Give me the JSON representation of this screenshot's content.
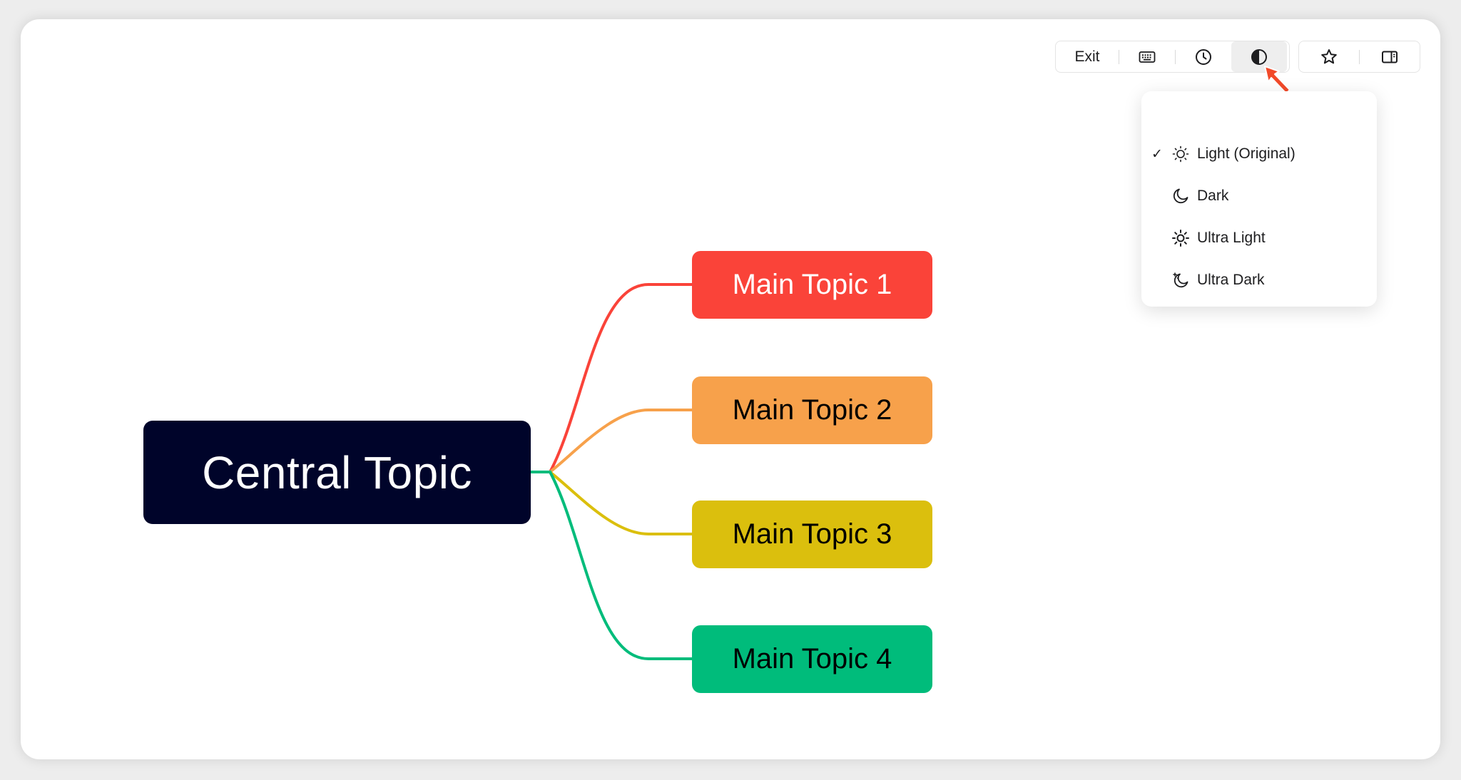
{
  "toolbar": {
    "exit_label": "Exit",
    "buttons": [
      {
        "name": "keyboard-icon"
      },
      {
        "name": "history-clock-icon"
      },
      {
        "name": "theme-contrast-icon",
        "active": true
      },
      {
        "name": "star-icon"
      },
      {
        "name": "sidebar-panel-icon"
      }
    ]
  },
  "theme_menu": {
    "items": [
      {
        "label": "Light (Original)",
        "icon": "sun-outline-icon",
        "checked": true
      },
      {
        "label": "Dark",
        "icon": "moon-icon",
        "checked": false
      },
      {
        "label": "Ultra Light",
        "icon": "sun-icon",
        "checked": false
      },
      {
        "label": "Ultra Dark",
        "icon": "moon-stars-icon",
        "checked": false
      }
    ],
    "check_glyph": "✓"
  },
  "mindmap": {
    "central": {
      "label": "Central Topic",
      "color": "#00042a"
    },
    "topics": [
      {
        "label": "Main Topic 1",
        "color": "#fa4339"
      },
      {
        "label": "Main Topic 2",
        "color": "#f7a14b"
      },
      {
        "label": "Main Topic 3",
        "color": "#dbbf0d"
      },
      {
        "label": "Main Topic 4",
        "color": "#00bc7b"
      }
    ]
  },
  "colors": {
    "accent_cursor": "#f24a2a",
    "canvas_bg": "#ffffff"
  }
}
